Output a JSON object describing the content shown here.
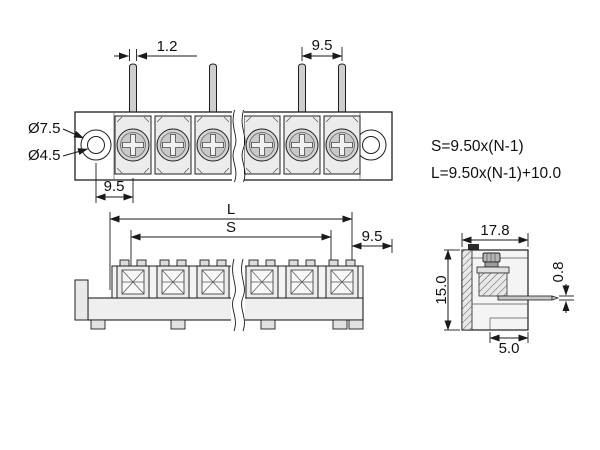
{
  "canvas": {
    "background": "#ffffff",
    "line_color": "#1a1a1a"
  },
  "front_view": {
    "terminals_visible": 6,
    "dim_pin_width": "1.2",
    "dim_pin_pitch": "9.5",
    "label_hole_outer": "Ø7.5",
    "label_hole_inner": "Ø4.5",
    "dim_first_terminal_offset": "9.5"
  },
  "formulas": {
    "terminal_span": "S=9.50x(N-1)",
    "total_length": "L=9.50x(N-1)+10.0"
  },
  "top_view": {
    "dim_total_length_label": "L",
    "dim_terminal_span_label": "S",
    "dim_end_pitch": "9.5"
  },
  "side_view": {
    "dim_depth": "17.8",
    "dim_height": "15.0",
    "dim_pin_thickness": "0.8",
    "dim_foot_offset": "5.0"
  }
}
